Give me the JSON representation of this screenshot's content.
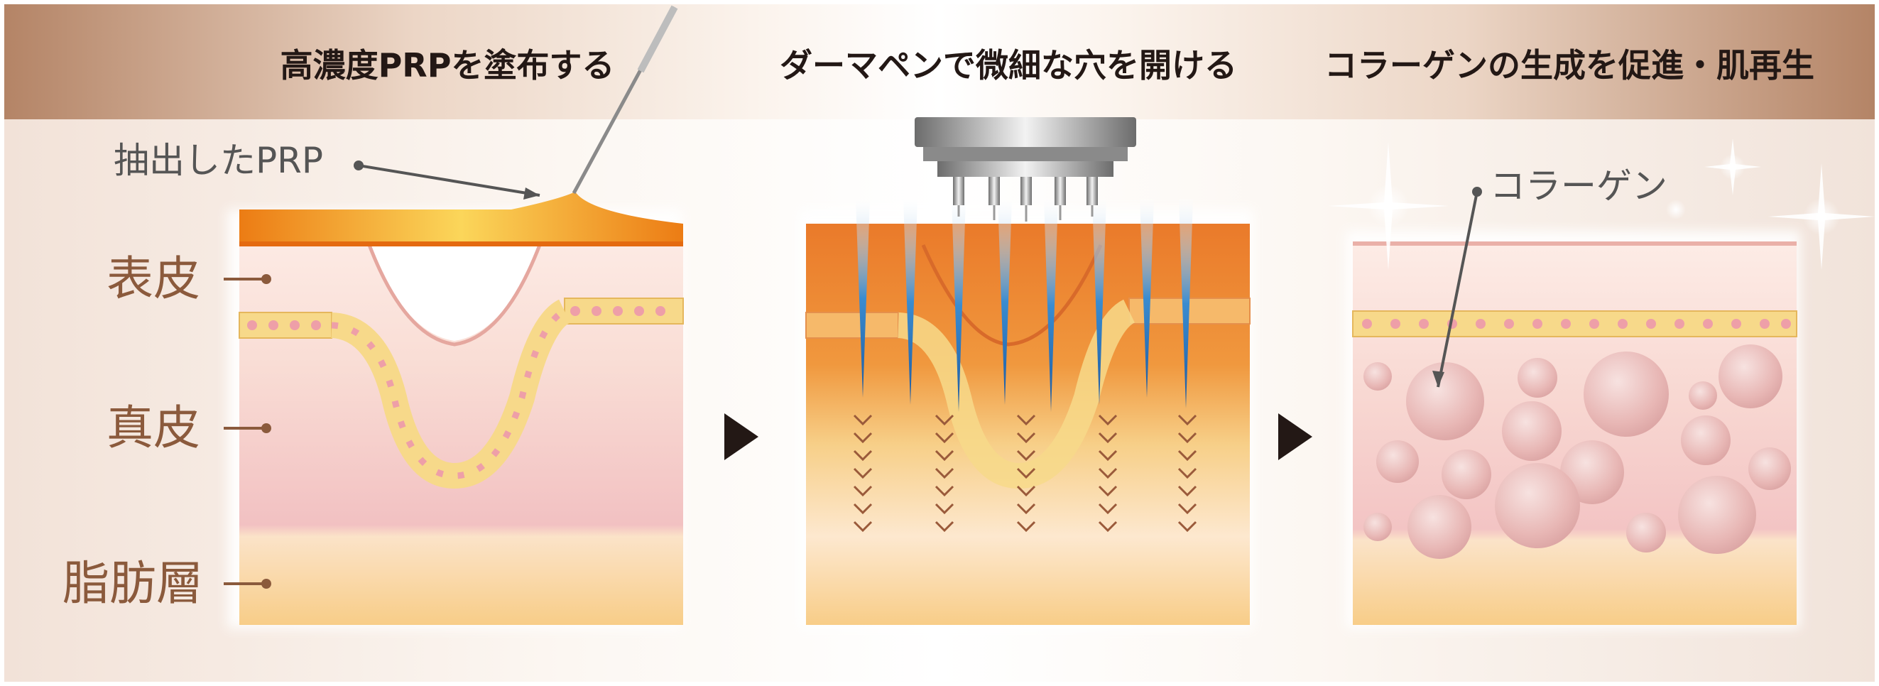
{
  "steps": [
    {
      "title": "高濃度PRPを塗布する"
    },
    {
      "title": "ダーマペンで微細な穴を開ける"
    },
    {
      "title": "コラーゲンの生成を促進・肌再生"
    }
  ],
  "layers": {
    "epidermis": "表皮",
    "dermis": "真皮",
    "fat": "脂肪層"
  },
  "callouts": {
    "prp": "抽出したPRP",
    "collagen": "コラーゲン"
  },
  "icons": [
    "syringe-needle-icon",
    "dermapen-icon",
    "sparkle-icon",
    "arrow-right-icon"
  ],
  "colors": {
    "title_text": "#231815",
    "layer_label": "#8b5a3c",
    "prp": "#f08a1c",
    "epidermis_cells": "#f7d98a",
    "cell_nucleus": "#ee9fa8",
    "dermis": "#f5cccc",
    "fat": "#f9d08c",
    "needle_glow": "#2d7bc0",
    "collagen": "#e6aeb0"
  }
}
